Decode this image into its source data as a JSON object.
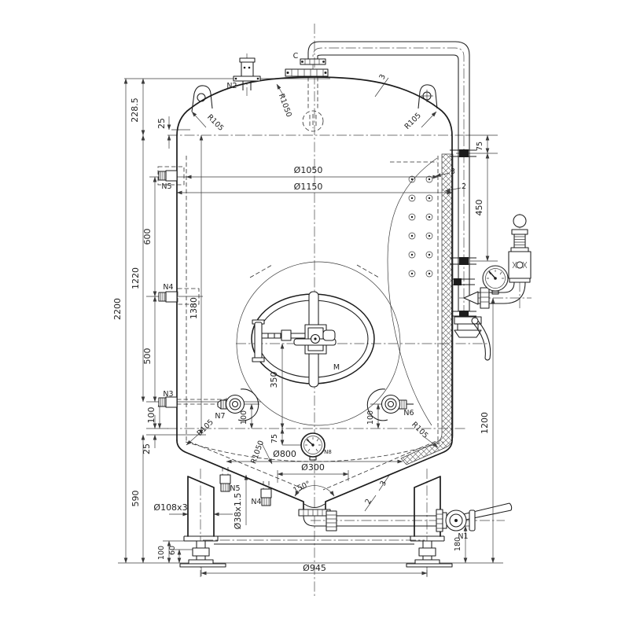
{
  "meta": {
    "kind": "technical-drawing",
    "subject": "Jacketed cylindrical tank general arrangement, front elevation",
    "background": "#ffffff",
    "line_color": "#1c1c1c"
  },
  "drawing": {
    "labels": {
      "d2200": "2200",
      "d2285": "228.5",
      "d25t": "25",
      "d1220": "1220",
      "d600": "600",
      "d500": "500",
      "d100n3": "100",
      "d1380": "1380",
      "d25b": "25",
      "d590": "590",
      "d100f": "100",
      "d60f": "60",
      "dia108": "Ø108x3",
      "dia38": "Ø38x1.5",
      "dia945": "Ø945",
      "dia1050": "Ø1050",
      "dia1150": "Ø1150",
      "dia800": "Ø800",
      "dia300": "Ø300",
      "a150": "150°",
      "d350": "350",
      "d75m": "75",
      "d100n7": "100",
      "d100n6": "100",
      "d75r": "75",
      "d450": "450",
      "d1200": "1200",
      "d180": "180",
      "r105a": "R105",
      "r105b": "R105",
      "r105c": "R105",
      "r105d": "R105",
      "r1050t": "R1050",
      "r1050b": "R1050",
      "n1": "N1",
      "n2": "N2",
      "n3": "N3",
      "n4a": "N4",
      "n4b": "N4",
      "n5a": "N5",
      "n5b": "N5",
      "n6": "N6",
      "n7": "N7",
      "n8": "N8",
      "m": "M",
      "c": "C",
      "t3dome": "3",
      "t3jacket": "3",
      "t2jacket": "2",
      "t3cone": "3",
      "t2cone": "2"
    }
  }
}
